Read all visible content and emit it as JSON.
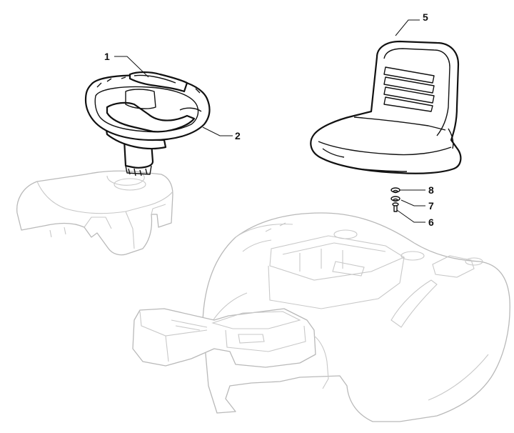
{
  "callouts": [
    {
      "id": "1",
      "label": "1"
    },
    {
      "id": "2",
      "label": "2"
    },
    {
      "id": "5",
      "label": "5"
    },
    {
      "id": "6",
      "label": "6"
    },
    {
      "id": "7",
      "label": "7"
    },
    {
      "id": "8",
      "label": "8"
    }
  ],
  "colors": {
    "part_stroke": "#111111",
    "context_stroke": "#b9b9b9",
    "background": "#ffffff"
  }
}
